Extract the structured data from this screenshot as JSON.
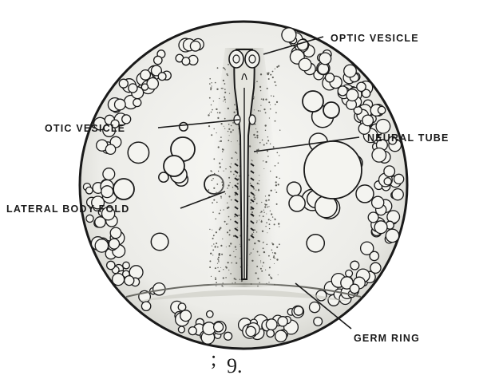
{
  "figure": {
    "labels": {
      "optic_vesicle": "OPTIC VESICLE",
      "otic_vesicle": "OTIC VESICLE",
      "neural_tube": "NEURAL TUBE",
      "lateral_body_fold": "LATERAL BODY FOLD",
      "germ_ring": "GERM RING"
    },
    "figure_number": "9.",
    "stray_mark": ";"
  }
}
